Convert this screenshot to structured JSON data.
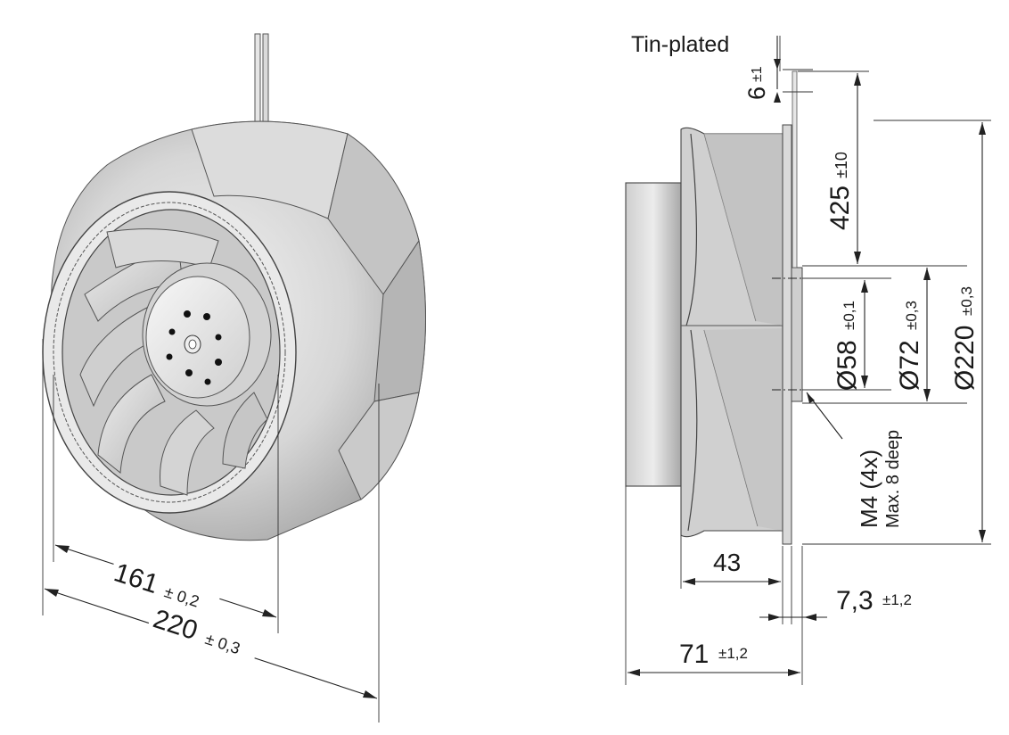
{
  "left_view": {
    "dim_inlet": {
      "value": "161",
      "tol": "± 0,2"
    },
    "dim_outer": {
      "value": "220",
      "tol": "± 0,3"
    }
  },
  "side_view": {
    "label_tin": "Tin-plated",
    "dim_lead_end": {
      "value": "6",
      "tol": "±1"
    },
    "dim_lead_len": {
      "value": "425",
      "tol": "±10"
    },
    "dim_d58": {
      "value": "Ø58",
      "tol": "±0,1"
    },
    "dim_d72": {
      "value": "Ø72",
      "tol": "±0,3"
    },
    "dim_d220": {
      "value": "Ø220",
      "tol": "±0,3"
    },
    "thread_label": "M4 (4x)",
    "thread_depth": "Max. 8 deep",
    "dim_43": {
      "value": "43"
    },
    "dim_7_3": {
      "value": "7,3",
      "tol": "±1,2"
    },
    "dim_71": {
      "value": "71",
      "tol": "±1,2"
    }
  },
  "colors": {
    "metal_light": "#e4e4e4",
    "metal_mid": "#c2c2c2",
    "metal_dark": "#9a9a9a",
    "line": "#222222"
  }
}
